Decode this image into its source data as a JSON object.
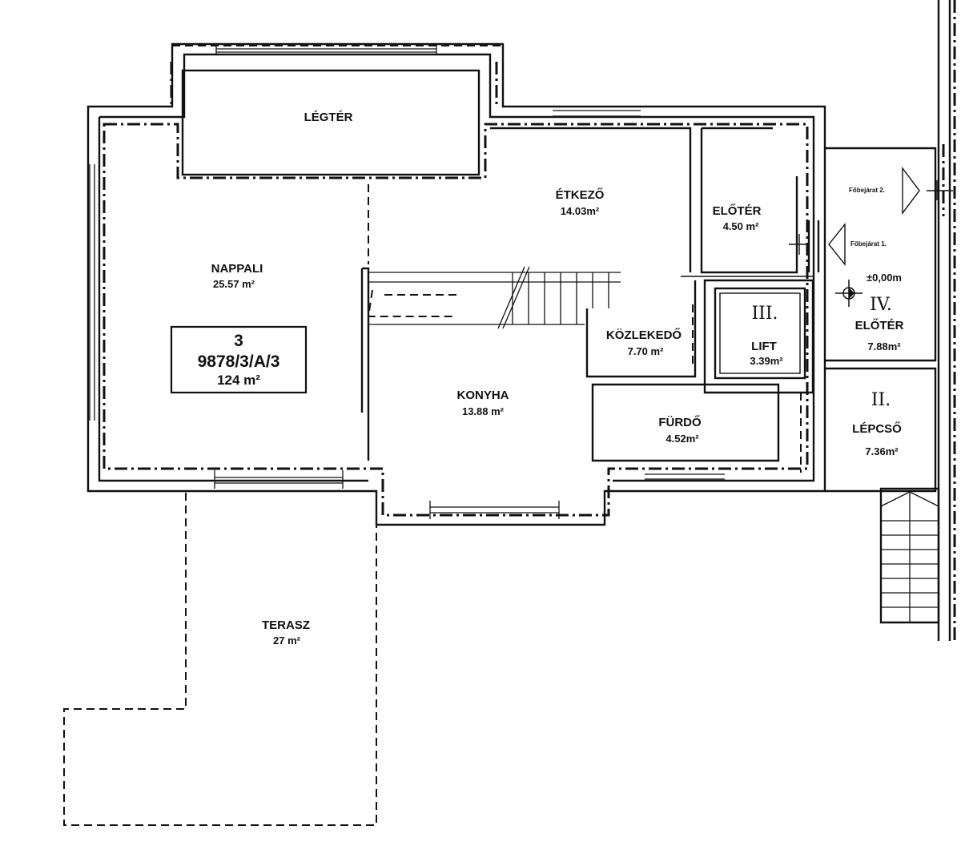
{
  "rooms": {
    "legter": {
      "name": "LÉGTÉR"
    },
    "etkezo": {
      "name": "ÉTKEZŐ",
      "area": "14.03m²"
    },
    "eloter_small": {
      "name": "ELŐTÉR",
      "area": "4.50 m²"
    },
    "nappali": {
      "name": "NAPPALI",
      "area": "25.57 m²"
    },
    "kozlekedo": {
      "name": "KÖZLEKEDŐ",
      "area": "7.70 m²"
    },
    "lift": {
      "number": "III.",
      "name": "LIFT",
      "area": "3.39m²"
    },
    "eloter_iv": {
      "number": "IV.",
      "name": "ELŐTÉR",
      "area": "7.88m²"
    },
    "konyha": {
      "name": "KONYHA",
      "area": "13.88 m²"
    },
    "furdo": {
      "name": "FÜRDŐ",
      "area": "4.52m²"
    },
    "lepcso": {
      "number": "II.",
      "name": "LÉPCSŐ",
      "area": "7.36m²"
    },
    "terasz": {
      "name": "TERASZ",
      "area": "27 m²"
    }
  },
  "unit_box": {
    "number": "3",
    "id": "9878/3/A/3",
    "area": "124 m²"
  },
  "level": {
    "text": "±0,00m"
  },
  "entrances": {
    "one": "Főbejárat 1.",
    "two": "Főbejárat 2."
  }
}
